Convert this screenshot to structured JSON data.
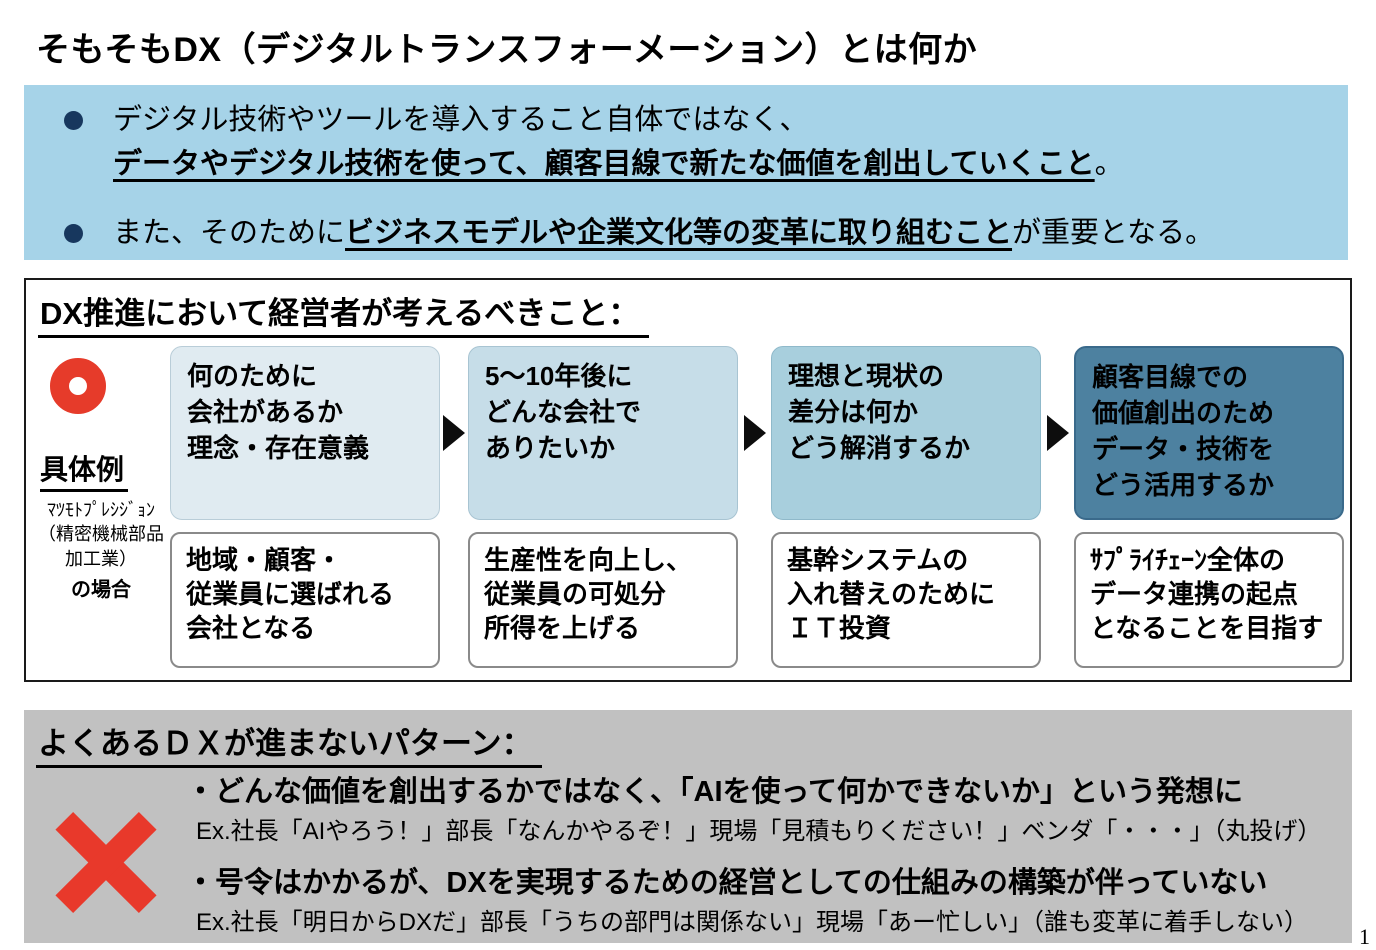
{
  "slide": {
    "title": "そもそもDX（デジタルトランスフォーメーション）とは何か",
    "page_number": "1"
  },
  "intro": {
    "bullet1": {
      "line1": "デジタル技術やツールを導入すること自体ではなく、",
      "line2_emphasis": "データやデジタル技術を使って、顧客目線で新たな価値を創出していくこと",
      "line2_suffix": "。"
    },
    "bullet2": {
      "prefix": "また、そのために",
      "emphasis": "ビジネスモデルや企業文化等の変革に取り組むこと",
      "suffix": "が重要となる。"
    }
  },
  "process": {
    "heading": "DX推進において経営者が考えるべきこと：",
    "legend": {
      "example_label": "具体例",
      "company_line1": "ﾏﾂﾓﾄﾌﾟﾚｼｼﾞｮﾝ",
      "company_line2": "（精密機械部品",
      "company_line3": "加工業）",
      "company_case": "の場合"
    },
    "steps": [
      {
        "question": "何のために\n会社があるか\n理念・存在意義",
        "example": "地域・顧客・\n従業員に選ばれる\n会社となる"
      },
      {
        "question": "5～10年後に\nどんな会社で\nありたいか",
        "example": "生産性を向上し、\n従業員の可処分\n所得を上げる"
      },
      {
        "question": "理想と現状の\n差分は何か\nどう解消するか",
        "example": "基幹システムの\n入れ替えのために\nＩＴ投資"
      },
      {
        "question": "顧客目線での\n価値創出のため\nデータ・技術を\nどう活用するか",
        "example": "ｻﾌﾟﾗｲﾁｪｰﾝ全体の\nデータ連携の起点\nとなることを目指す"
      }
    ]
  },
  "failure": {
    "heading": "よくあるＤＸが進まないパターン：",
    "items": [
      {
        "point": "・どんな価値を創出するかではなく、「AIを使って何かできないか」という発想に",
        "example": "Ex.社長「AIやろう！」部長「なんかやるぞ！」現場「見積もりください！」ベンダ「・・・」（丸投げ）"
      },
      {
        "point": "・号令はかかるが、DXを実現するための経営としての仕組みの構築が伴っていない",
        "example": "Ex.社長「明日からDXだ」部長「うちの部門は関係ない」現場「あー忙しい」（誰も変革に着手しない）"
      }
    ]
  },
  "colors": {
    "intro_band": "#a6d3e8",
    "bullet_marker": "#17375e",
    "step1_bg": "#e0ebf1",
    "step2_bg": "#c6dde8",
    "step3_bg": "#a8cfdd",
    "step4_bg": "#4d81a0",
    "ring_red": "#e63b2a",
    "x_red": "#e8392b",
    "failure_bg": "#c1c1c1"
  }
}
